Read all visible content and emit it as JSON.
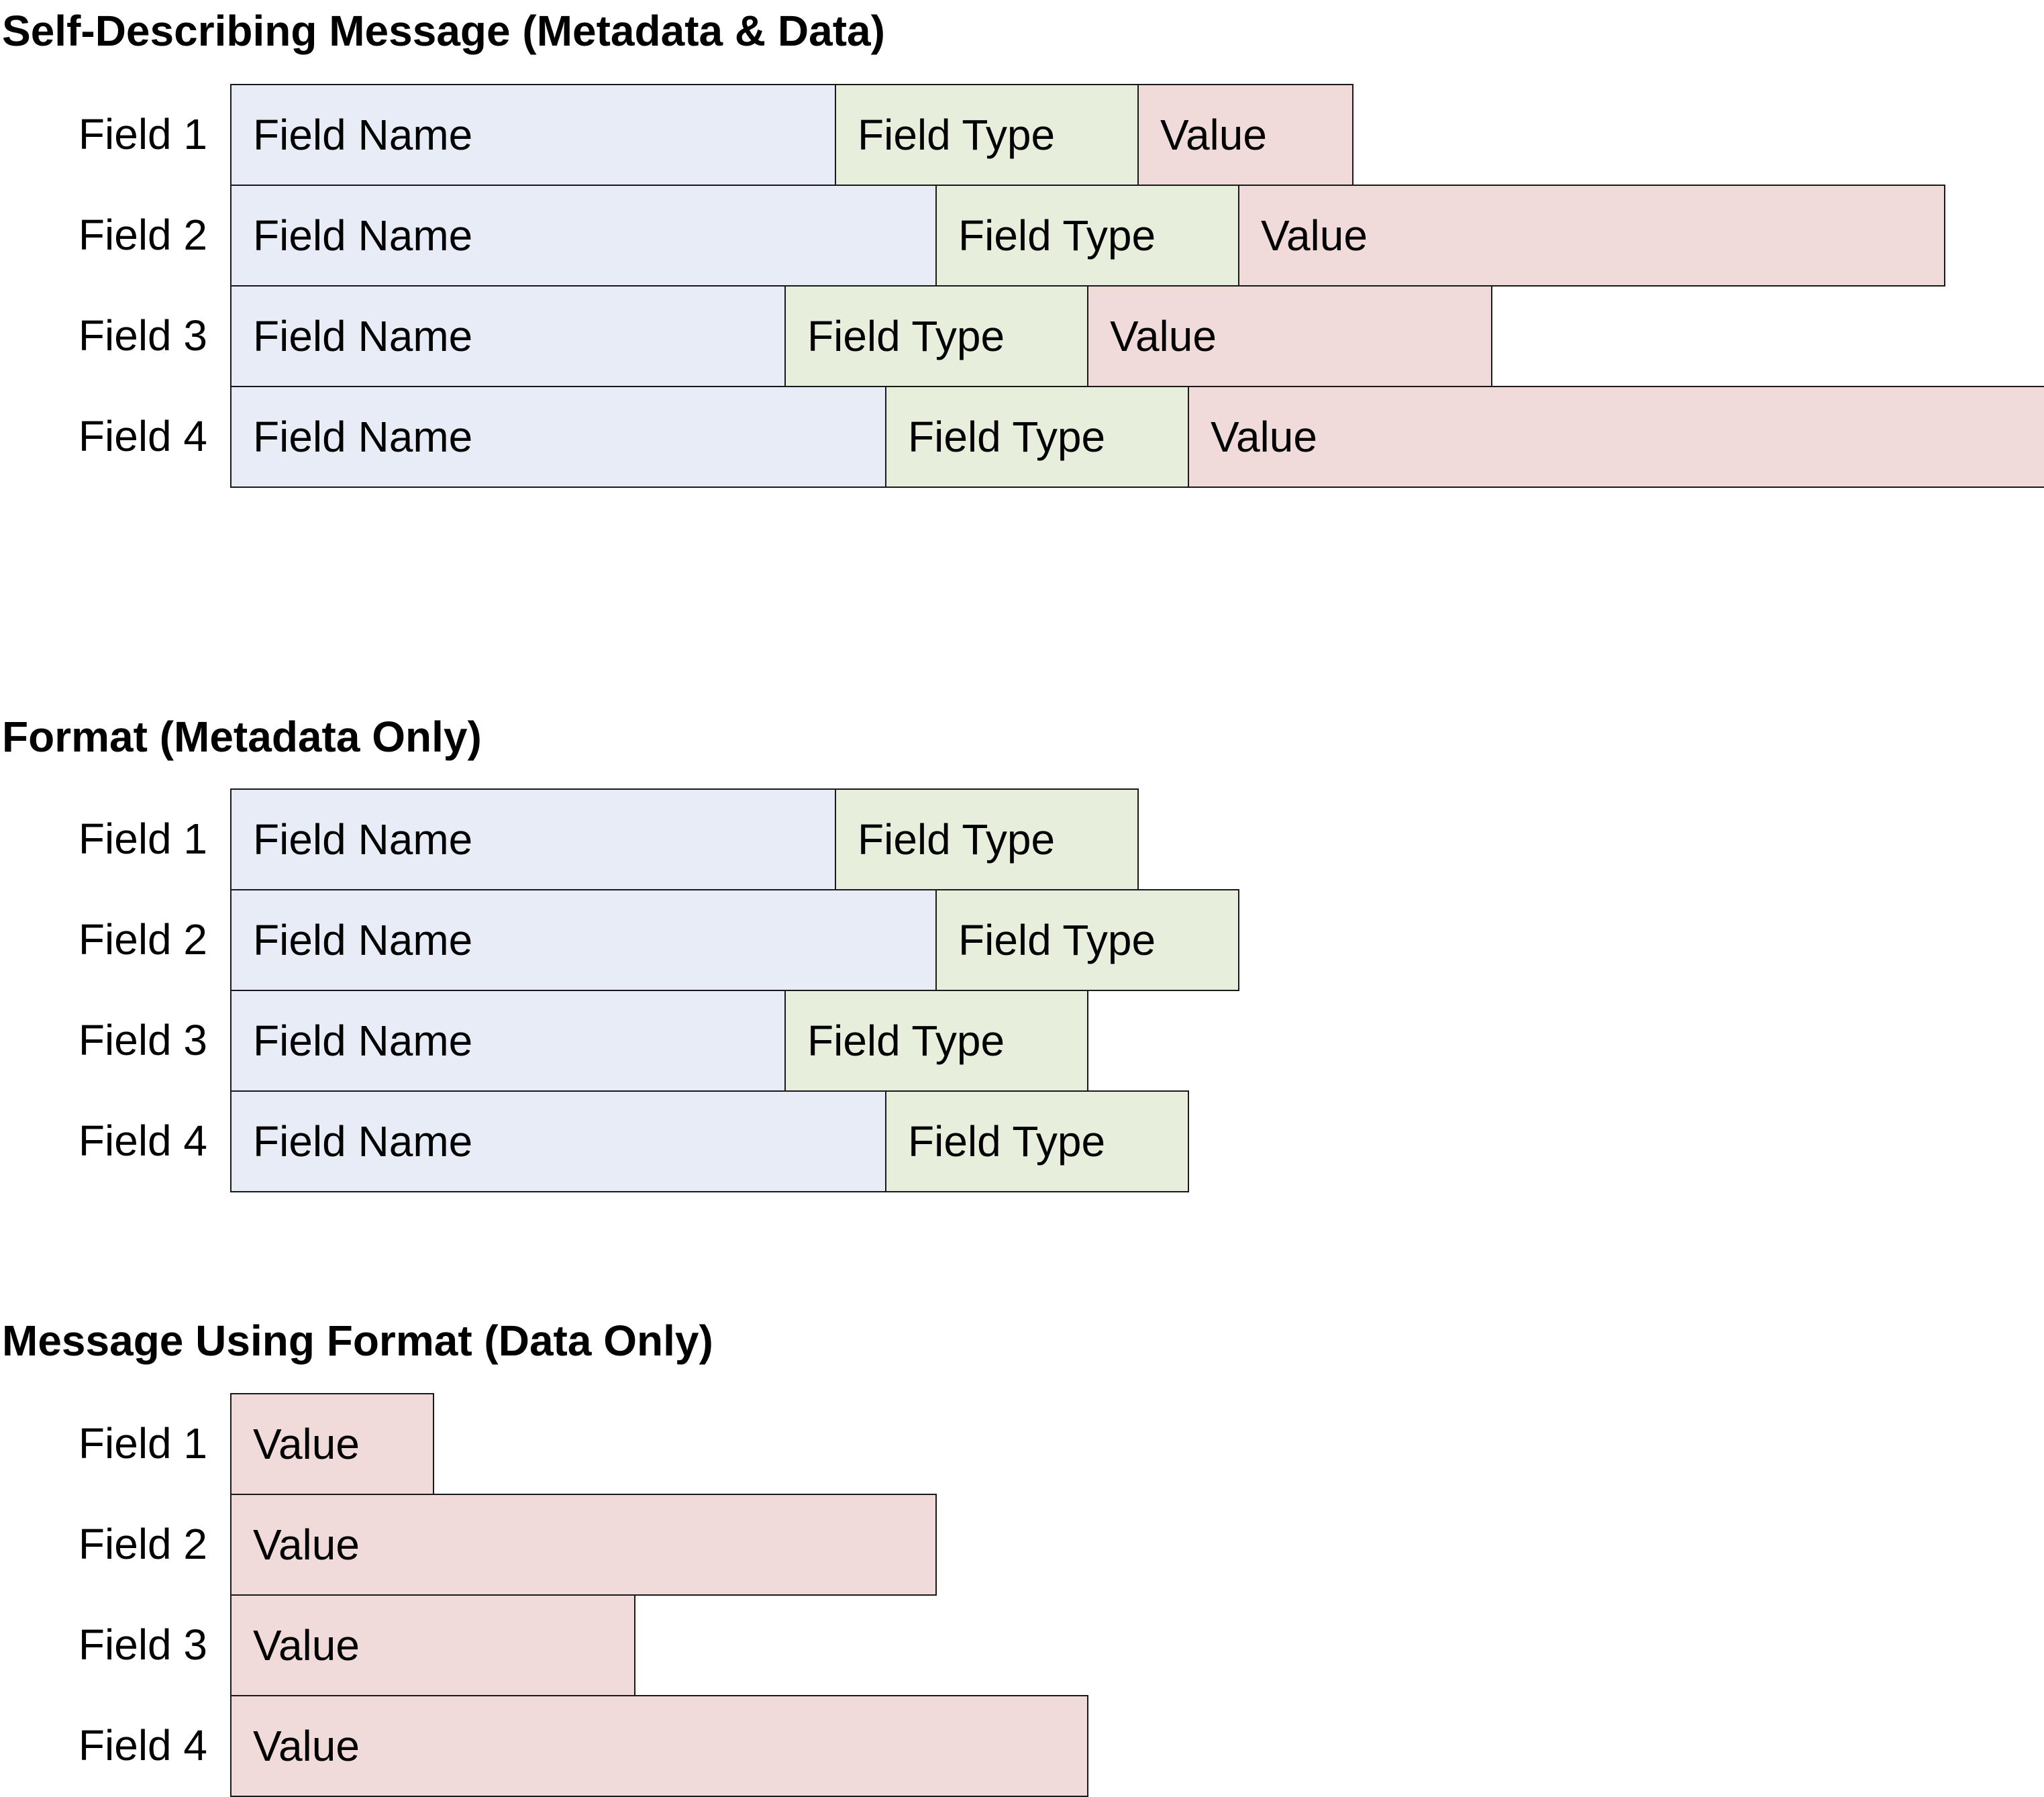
{
  "sections": [
    {
      "title": "Self-Describing Message (Metadata & Data)",
      "rows": [
        {
          "label": "Field 1",
          "cells": [
            {
              "kind": "name",
              "text": "Field Name"
            },
            {
              "kind": "type",
              "text": "Field Type"
            },
            {
              "kind": "value",
              "text": "Value"
            }
          ]
        },
        {
          "label": "Field 2",
          "cells": [
            {
              "kind": "name",
              "text": "Field Name"
            },
            {
              "kind": "type",
              "text": "Field Type"
            },
            {
              "kind": "value",
              "text": "Value"
            }
          ]
        },
        {
          "label": "Field 3",
          "cells": [
            {
              "kind": "name",
              "text": "Field Name"
            },
            {
              "kind": "type",
              "text": "Field Type"
            },
            {
              "kind": "value",
              "text": "Value"
            }
          ]
        },
        {
          "label": "Field 4",
          "cells": [
            {
              "kind": "name",
              "text": "Field Name"
            },
            {
              "kind": "type",
              "text": "Field Type"
            },
            {
              "kind": "value",
              "text": "Value"
            }
          ]
        }
      ]
    },
    {
      "title": "Format (Metadata Only)",
      "rows": [
        {
          "label": "Field 1",
          "cells": [
            {
              "kind": "name",
              "text": "Field Name"
            },
            {
              "kind": "type",
              "text": "Field Type"
            }
          ]
        },
        {
          "label": "Field 2",
          "cells": [
            {
              "kind": "name",
              "text": "Field Name"
            },
            {
              "kind": "type",
              "text": "Field Type"
            }
          ]
        },
        {
          "label": "Field 3",
          "cells": [
            {
              "kind": "name",
              "text": "Field Name"
            },
            {
              "kind": "type",
              "text": "Field Type"
            }
          ]
        },
        {
          "label": "Field 4",
          "cells": [
            {
              "kind": "name",
              "text": "Field Name"
            },
            {
              "kind": "type",
              "text": "Field Type"
            }
          ]
        }
      ]
    },
    {
      "title": "Message Using Format (Data Only)",
      "rows": [
        {
          "label": "Field 1",
          "cells": [
            {
              "kind": "value",
              "text": "Value"
            }
          ]
        },
        {
          "label": "Field 2",
          "cells": [
            {
              "kind": "value",
              "text": "Value"
            }
          ]
        },
        {
          "label": "Field 3",
          "cells": [
            {
              "kind": "value",
              "text": "Value"
            }
          ]
        },
        {
          "label": "Field 4",
          "cells": [
            {
              "kind": "value",
              "text": "Value"
            }
          ]
        }
      ]
    }
  ],
  "colors": {
    "field_name": "#e7ecf6",
    "field_type": "#e7eedc",
    "value": "#f0dada",
    "border": "#1a1a1a"
  }
}
